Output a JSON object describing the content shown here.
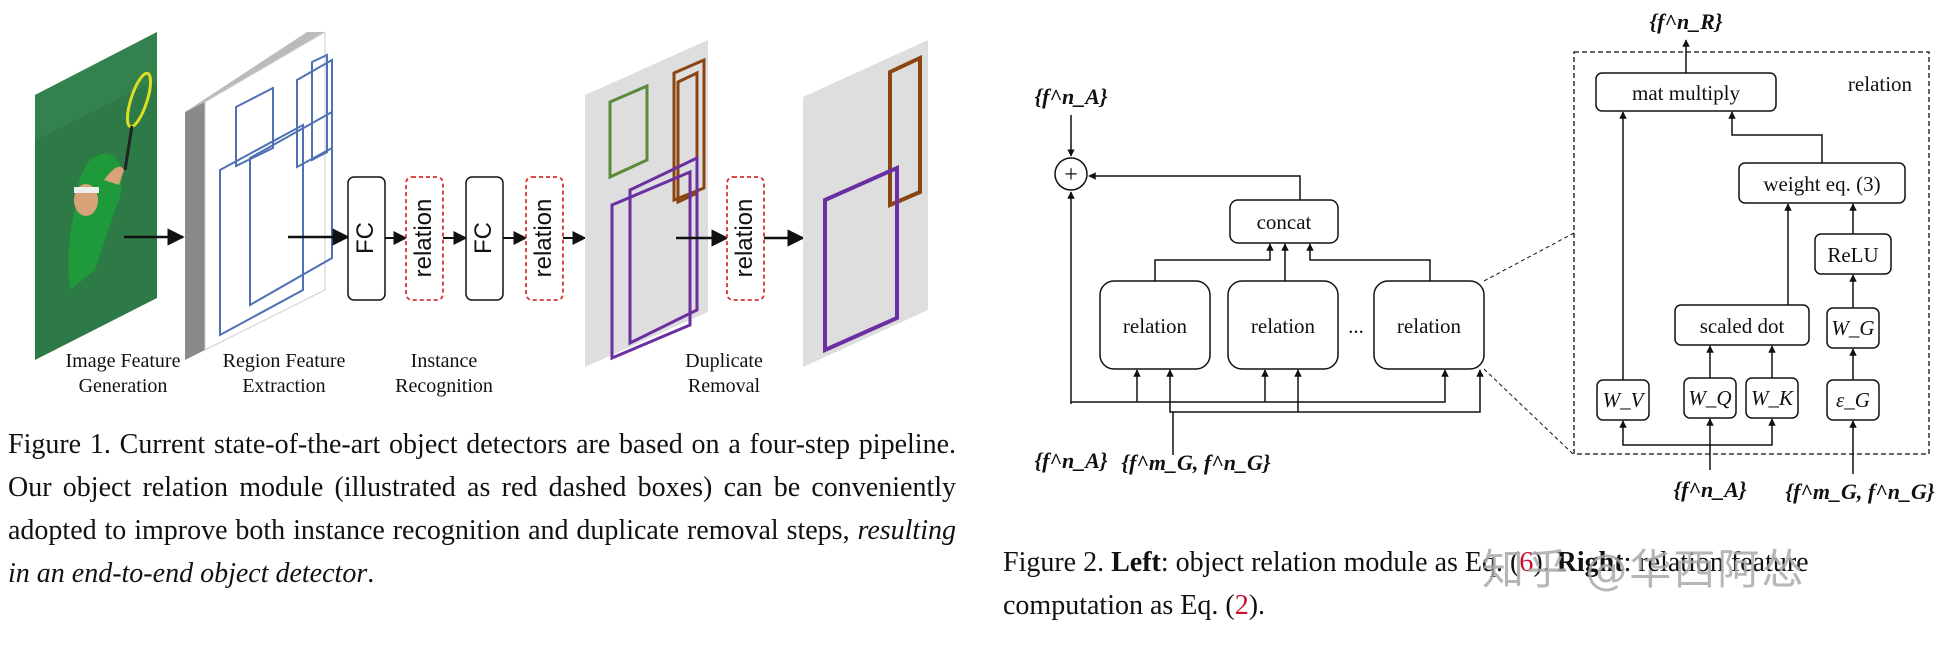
{
  "figure1": {
    "steps": [
      {
        "line1": "Image Feature",
        "line2": "Generation"
      },
      {
        "line1": "Region Feature",
        "line2": "Extraction"
      },
      {
        "line1": "Instance",
        "line2": "Recognition"
      },
      {
        "line1": "Duplicate",
        "line2": "Removal"
      }
    ],
    "blocks": {
      "fc": "FC",
      "relation": "relation"
    },
    "caption": {
      "prefix": "Figure 1. Current state-of-the-art object detectors are based on a four-step pipeline. Our object relation module (illustrated as red dashed boxes) can be conveniently adopted to improve both instance recognition and duplicate removal steps, ",
      "emph": "resulting in an end-to-end object detector",
      "suffix": "."
    }
  },
  "figure2": {
    "left": {
      "fA_top": "{f^n_A}",
      "fA_bottom": "{f^n_A}",
      "fG_bottom": "{f^m_G, f^n_G}",
      "plus": "+",
      "concat": "concat",
      "relation": "relation",
      "ellipsis": "..."
    },
    "right": {
      "title": "relation",
      "fR": "{f^n_R}",
      "mat_multiply": "mat multiply",
      "weight": "weight eq. (3)",
      "relu": "ReLU",
      "scaled_dot": "scaled dot",
      "WV": "W_V",
      "WQ": "W_Q",
      "WK": "W_K",
      "WG": "W_G",
      "EG": "ε_G",
      "fA_input": "{f^n_A}",
      "fG_input": "{f^m_G, f^n_G}"
    },
    "caption": {
      "label": "Figure 2.",
      "left_bold": "Left",
      "left_text": ": object relation module as Eq. (",
      "left_ref": "6",
      "mid": "). ",
      "right_bold": "Right",
      "right_text": ": relation feature computation as Eq. (",
      "right_ref": "2",
      "end": ")."
    }
  },
  "watermark": "知乎 @华西阿怂"
}
